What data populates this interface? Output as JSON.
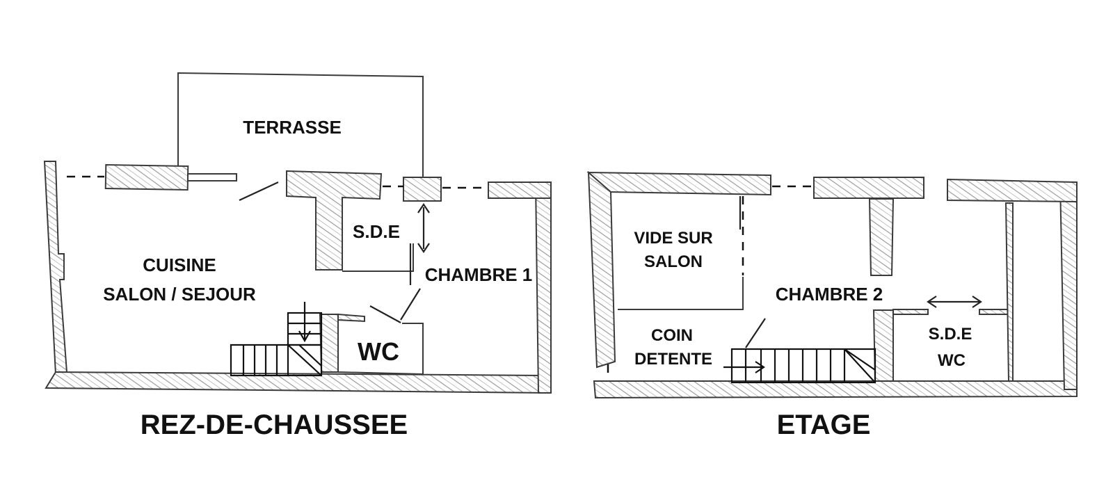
{
  "ground_floor": {
    "title": "REZ-DE-CHAUSSEE",
    "rooms": {
      "terrasse": "TERRASSE",
      "sde": "S.D.E",
      "cuisine": "CUISINE",
      "salon_sejour": "SALON / SEJOUR",
      "chambre1": "CHAMBRE 1",
      "wc": "WC"
    }
  },
  "upper_floor": {
    "title": "ETAGE",
    "rooms": {
      "vide_sur": "VIDE SUR",
      "salon": "SALON",
      "chambre2": "CHAMBRE 2",
      "coin": "COIN",
      "detente": "DETENTE",
      "sde": "S.D.E",
      "wc": "WC"
    }
  },
  "colors": {
    "ink": "#111111",
    "pencil": "#3a3a3a",
    "paper": "#ffffff"
  }
}
